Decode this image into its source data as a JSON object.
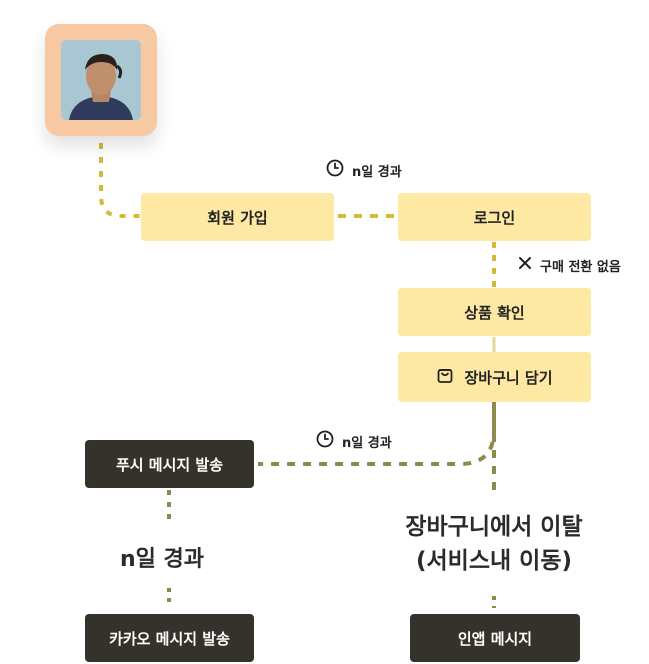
{
  "nodes": {
    "signup": "회원 가입",
    "login": "로그인",
    "product_view": "상품 확인",
    "add_to_cart": "장바구니 담기",
    "push_message": "푸시 메시지 발송",
    "kakao_message": "카카오 메시지 발송",
    "inapp_message": "인앱 메시지"
  },
  "labels": {
    "elapsed_top": "n일 경과",
    "no_conversion": "구매 전환 없음",
    "elapsed_mid": "n일 경과",
    "elapsed_left": "n일 경과",
    "cart_exit_line1": "장바구니에서 이탈",
    "cart_exit_line2": "(서비스내 이동)"
  },
  "icons": {
    "clock": "clock-icon",
    "close": "close-icon",
    "cart": "shopping-bag-icon"
  },
  "colors": {
    "light_node": "#fde9a4",
    "dark_node": "#35322c",
    "connector_yellow": "#d2b93a",
    "connector_olive": "#8c8a4c",
    "avatar_frame": "#f6c9a3"
  }
}
